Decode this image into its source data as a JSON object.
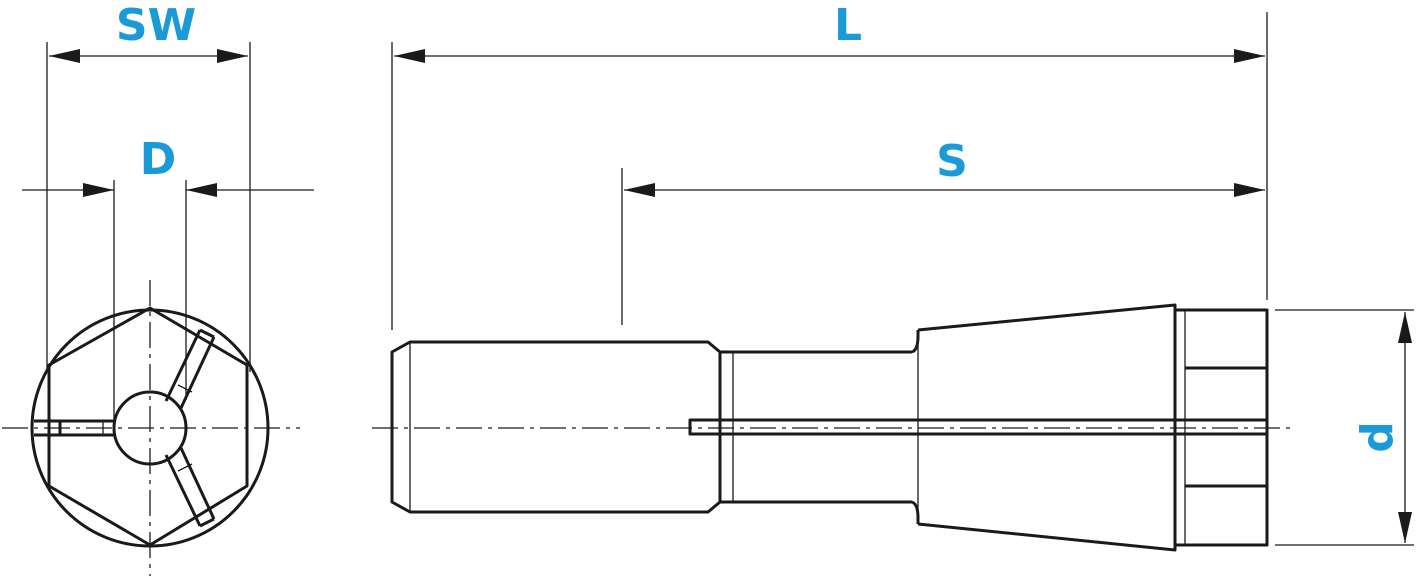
{
  "labels": {
    "sw": "SW",
    "d_bore": "D",
    "l": "L",
    "s": "S",
    "d_head": "d"
  },
  "colors": {
    "label": "#1a9ad7",
    "line": "#1a1a1a"
  }
}
